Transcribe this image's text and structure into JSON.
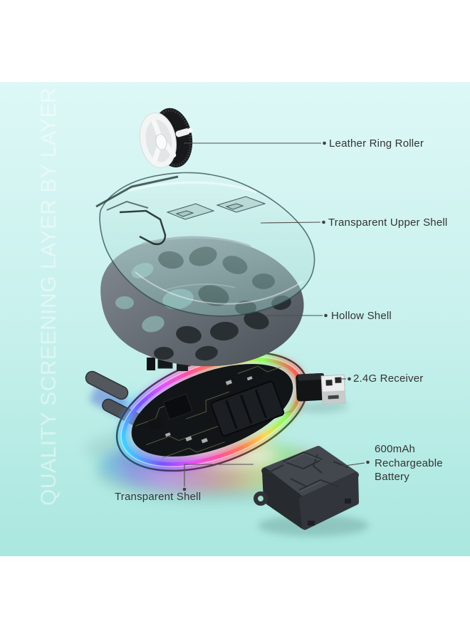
{
  "scene": {
    "watermark": "QUALITY SCREENING LAYER BY LAYER",
    "description": "Exploded layer-by-layer view of a transparent wireless gaming mouse"
  },
  "product": {
    "parts": [
      {
        "id": "leather-ring-roller",
        "label": "Leather Ring Roller"
      },
      {
        "id": "transparent-upper-shell",
        "label": "Transparent Upper Shell"
      },
      {
        "id": "hollow-shell",
        "label": "Hollow Shell"
      },
      {
        "id": "2-4g-receiver",
        "label": "2.4G Receiver"
      },
      {
        "id": "battery",
        "label": "600mAh Rechargeable Battery"
      },
      {
        "id": "transparent-shell",
        "label": "Transparent Shell"
      }
    ]
  },
  "colors": {
    "background_top": "#ddf8f6",
    "background_middle": "#c9f1ed",
    "background_bottom": "#a9e7df",
    "page_margin": "#ffffff",
    "label_text": "#333333",
    "leader_line": "#4f4f4f",
    "watermark": "rgba(255,255,255,0.45)",
    "rgb_glow": [
      "#3fd0ff",
      "#7a4fff",
      "#e44fff",
      "#ff4fa0",
      "#ff7a4f",
      "#ffd84f",
      "#8aff5f",
      "#ff4f4f"
    ]
  }
}
